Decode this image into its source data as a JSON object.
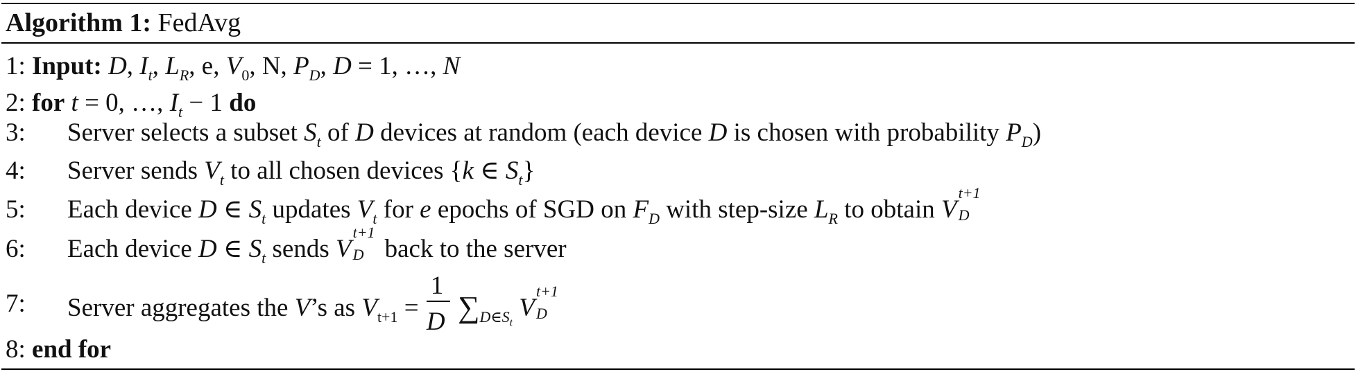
{
  "algorithm": {
    "label": "Algorithm 1:",
    "name": "FedAvg"
  },
  "lines": {
    "l1": {
      "num": "1:",
      "kw": "Input:"
    },
    "l2": {
      "num": "2:",
      "kw_for": "for",
      "kw_do": "do"
    },
    "l3": {
      "num": "3:",
      "t1": "Server selects a subset",
      "t2": "of",
      "t3": "devices at random (each device",
      "t4": "is chosen with probability"
    },
    "l4": {
      "num": "4:",
      "t1": "Server sends",
      "t2": "to all chosen devices {"
    },
    "l5": {
      "num": "5:",
      "t1": "Each device",
      "t2": "updates",
      "t3": "for",
      "t4": "epochs of SGD on",
      "t5": "with step-size",
      "t6": "to obtain"
    },
    "l6": {
      "num": "6:",
      "t1": "Each device",
      "t2": "sends",
      "t3": "back to the server"
    },
    "l7": {
      "num": "7:",
      "t1": "Server aggregates the",
      "t2": "’s as"
    },
    "l8": {
      "num": "8:",
      "kw": "end for"
    }
  }
}
